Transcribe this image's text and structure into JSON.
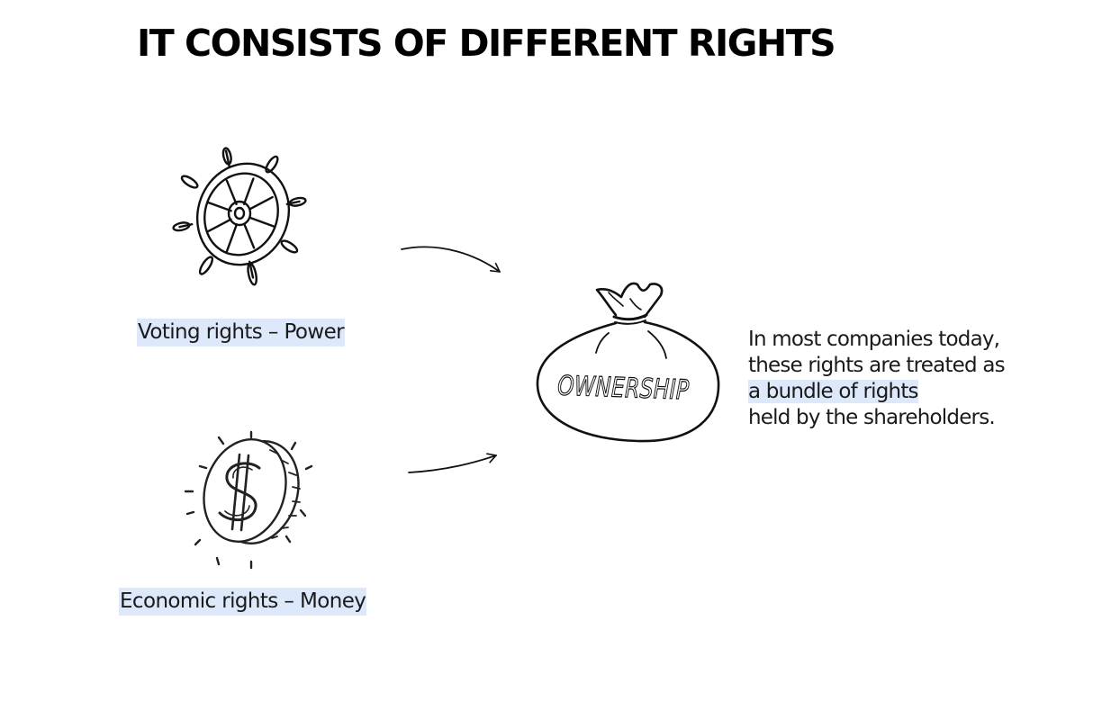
{
  "title": "IT CONSISTS OF DIFFERENT RIGHTS",
  "voting_label": "Voting rights – Power",
  "economic_label": "Economic rights – Money",
  "bag_label": "OWNERSHIP",
  "description": {
    "line1": "In most companies today,",
    "line2": "these rights are treated as",
    "line3": "a bundle of rights",
    "line4": "held by the shareholders."
  },
  "icons": {
    "voting": "ship-wheel-icon",
    "economic": "dollar-coin-icon",
    "ownership": "money-bag-icon"
  },
  "colors": {
    "highlight": "#dde8fa",
    "text": "#1a1a1a",
    "stroke": "#111111"
  }
}
